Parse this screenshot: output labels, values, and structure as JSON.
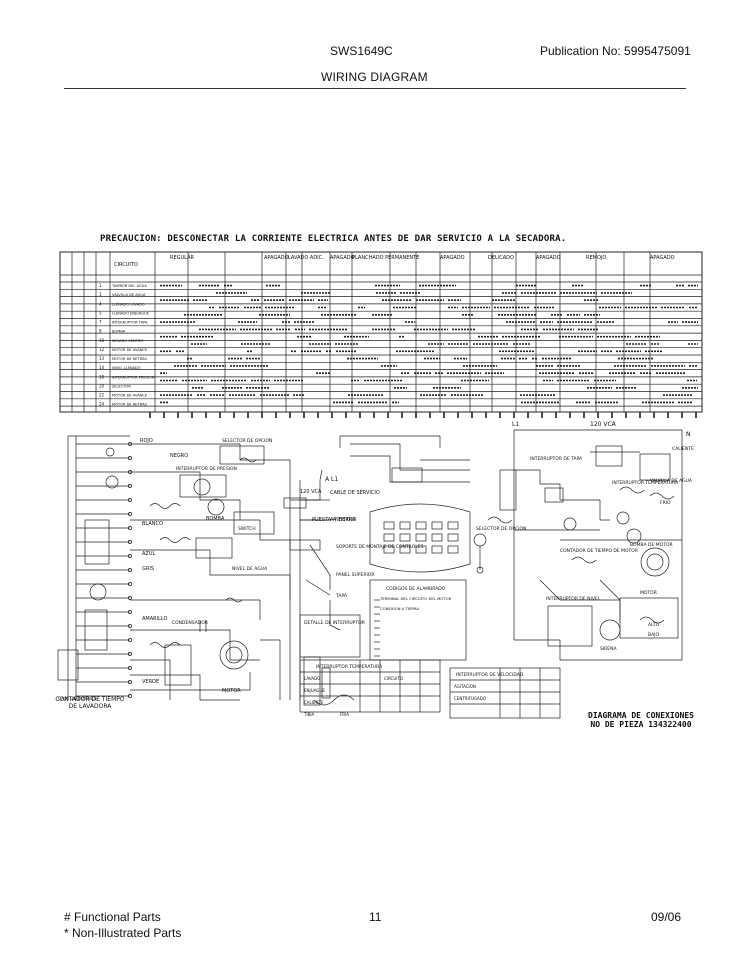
{
  "header": {
    "model": "SWS1649C",
    "publication": "Publication No:  5995475091",
    "title": "WIRING DIAGRAM"
  },
  "warning": "PRECAUCION: DESCONECTAR LA CORRIENTE ELECTRICA ANTES DE DAR SERVICIO A LA SECADORA.",
  "timer_chart": {
    "column_headers": [
      "CIRCUITO",
      "REGULAR",
      "APAGADO",
      "LAVADO ADIC.",
      "APAGADO",
      "PLANCHADO PERMANENTE",
      "APAGADO",
      "DELICADO",
      "APAGADO",
      "REMOJO",
      "APAGADO"
    ],
    "row_numbers": [
      "1",
      "3",
      "4",
      "5",
      "7",
      "9",
      "10",
      "12",
      "13",
      "14",
      "18",
      "20",
      "22",
      "24"
    ],
    "row_labels": [
      "TAMBOR DEL AGUA",
      "VALVULA DE AGUA",
      "LLENADO LAVADO",
      "LLENADO ENJUAGUE",
      "INTERRUPTOR TAPA",
      "BOMBA",
      "SECADO CENTRIF",
      "MOTOR DE AVANCE",
      "MOTOR DE RETRAS",
      "NIVEL LLENADO",
      "INTERRUPTOR PRESION",
      "SELECTOR",
      "MOTOR DE AVANCE",
      "MOTOR DE RETRAS"
    ]
  },
  "left_schematic": {
    "labels": [
      "ROJO",
      "NEGRO",
      "BLANCO",
      "AZUL",
      "GRIS",
      "AMARILLO",
      "VERDE",
      "MOTOR",
      "BOMBA",
      "CONTADOR DE TIEMPO DE LAVADORA",
      "CAJA DE BORNES",
      "SELECTOR DE OPCION",
      "INTERRUPTOR DE PRESION",
      "NIVEL DE AGUA",
      "CONDENSADOR",
      "SWITCH"
    ],
    "caption": "CONTADOR DE TIEMPO\nDE LAVADORA"
  },
  "center_schematic": {
    "labels": [
      "A L1",
      "CABLE DE SERVICIO",
      "A NEUTRO",
      "120 VCA",
      "PUESTA A TIERRA",
      "SOPORTE DE MONTAJE DE CONTROLES",
      "PANEL SUPERIOR",
      "TAPA",
      "CODIGOS DE ALAMBRADO",
      "TERMINAL DEL CIRCUITO DEL MOTOR",
      "CONEXION A TIERRA",
      "DETALLE DE INTERRUPTOR",
      "INTERRUPTOR TEMPERATURA",
      "CIRCUITO",
      "LAVADO",
      "ENJUAGUE",
      "CALIENTE",
      "TIBIA",
      "FRIA",
      "INTERRUPTOR DE VELOCIDAD",
      "AGITACION",
      "CENTRIFUGADO"
    ]
  },
  "right_schematic": {
    "labels": [
      "L1",
      "120 VCA",
      "N",
      "INTERRUPTOR DE TAPA",
      "INTERRUPTOR TEMPERATURA",
      "SELECTOR DE OPCION",
      "VALVULA DE AGUA",
      "CALIENTE",
      "FRIO",
      "CONTADOR DE TIEMPO DE MOTOR",
      "BOMBA DE MOTOR",
      "MOTOR",
      "ALTO",
      "BAJO",
      "INTERRUPTOR DE NIVEL",
      "SIRENA"
    ],
    "caption_line1": "DIAGRAMA DE CONEXIONES",
    "caption_line2": "NO DE PIEZA  134322400"
  },
  "footer": {
    "functional": "# Functional Parts",
    "non_illustrated": "* Non-Illustrated Parts",
    "page": "11",
    "date": "09/06"
  }
}
